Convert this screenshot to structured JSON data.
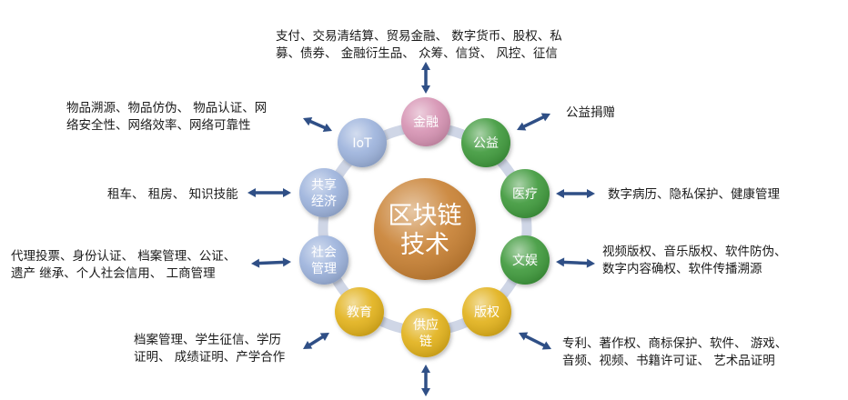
{
  "center": {
    "line1": "区块链",
    "line2": "技术",
    "color": "#c98236"
  },
  "ring_color": "#cfd6e6",
  "arrow_color": "#2f4f86",
  "nodes": [
    {
      "id": "finance",
      "lines": [
        "金融"
      ],
      "color": "#d693b3"
    },
    {
      "id": "public-welfare",
      "lines": [
        "公益"
      ],
      "color": "#3f9a3c"
    },
    {
      "id": "medical",
      "lines": [
        "医疗"
      ],
      "color": "#3f9a3c"
    },
    {
      "id": "entertainment",
      "lines": [
        "文娱"
      ],
      "color": "#3f9a3c"
    },
    {
      "id": "copyright",
      "lines": [
        "版权"
      ],
      "color": "#e2b21a"
    },
    {
      "id": "supply-chain",
      "lines": [
        "供应",
        "链"
      ],
      "color": "#e2b21a"
    },
    {
      "id": "education",
      "lines": [
        "教育"
      ],
      "color": "#e2b21a"
    },
    {
      "id": "social-management",
      "lines": [
        "社会",
        "管理"
      ],
      "color": "#9db3dc"
    },
    {
      "id": "sharing-economy",
      "lines": [
        "共享",
        "经济"
      ],
      "color": "#9db3dc"
    },
    {
      "id": "iot",
      "lines": [
        "IoT"
      ],
      "color": "#9db3dc"
    }
  ],
  "labels": {
    "finance": [
      "支付、交易清结算、贸易金融、 数字货币、股权、私",
      "募、债券、 金融衍生品、 众筹、信贷、 风控、征信"
    ],
    "public_welfare": [
      "公益捐赠"
    ],
    "medical": [
      "数字病历、隐私保护、健康管理"
    ],
    "entertainment": [
      "视频版权、音乐版权、软件防伪、",
      "数字内容确权、软件传播溯源"
    ],
    "copyright": [
      "专利、著作权、商标保护、软件、 游戏、",
      "音频、视频、书籍许可证、 艺术品证明"
    ],
    "education": [
      "档案管理、学生征信、学历",
      "证明、 成绩证明、产学合作"
    ],
    "social_management": [
      "代理投票、身份认证、 档案管理、公证、",
      "遗产 继承、个人社会信用、 工商管理"
    ],
    "sharing_economy": [
      "租车、 租房、 知识技能"
    ],
    "iot": [
      "物品溯源、物品仿伪、 物品认证、网",
      "络安全性、网络效率、网络可靠性"
    ]
  }
}
